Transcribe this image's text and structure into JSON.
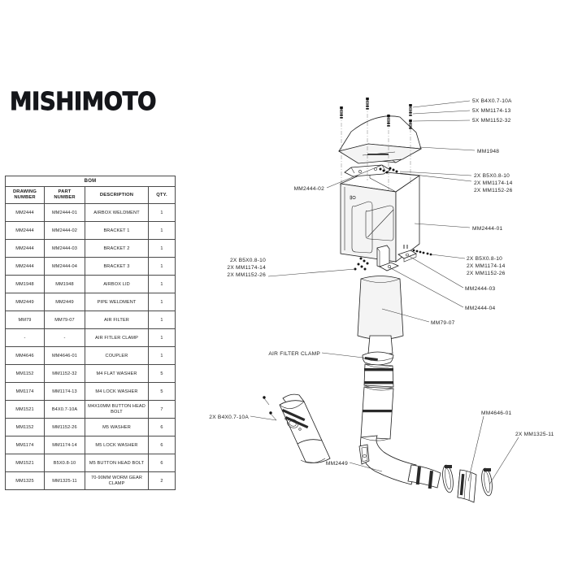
{
  "brand": {
    "name": "MISHIMOTO"
  },
  "bom": {
    "title": "BOM",
    "columns": [
      "DRAWING NUMBER",
      "PART NUMBER",
      "DESCRIPTION",
      "QTY."
    ],
    "columns_split": [
      {
        "l1": "DRAWING",
        "l2": "NUMBER"
      },
      {
        "l1": "PART",
        "l2": "NUMBER"
      },
      {
        "l1": "DESCRIPTION",
        "l2": ""
      },
      {
        "l1": "QTY.",
        "l2": ""
      }
    ],
    "rows": [
      {
        "drawing": "MM2444",
        "part": "MM2444-01",
        "desc": "AIRBOX WELDMENT",
        "qty": "1"
      },
      {
        "drawing": "MM2444",
        "part": "MM2444-02",
        "desc": "BRACKET 1",
        "qty": "1"
      },
      {
        "drawing": "MM2444",
        "part": "MM2444-03",
        "desc": "BRACKET 2",
        "qty": "1"
      },
      {
        "drawing": "MM2444",
        "part": "MM2444-04",
        "desc": "BRACKET 3",
        "qty": "1"
      },
      {
        "drawing": "MM1948",
        "part": "MM1948",
        "desc": "AIRBOX LID",
        "qty": "1"
      },
      {
        "drawing": "MM2449",
        "part": "MM2449",
        "desc": "PIPE WELDMENT",
        "qty": "1"
      },
      {
        "drawing": "MM79",
        "part": "MM79-07",
        "desc": "AIR FILTER",
        "qty": "1"
      },
      {
        "drawing": "-",
        "part": "-",
        "desc": "AIR FITLER CLAMP",
        "qty": "1"
      },
      {
        "drawing": "MM4646",
        "part": "MM4646-01",
        "desc": "COUPLER",
        "qty": "1"
      },
      {
        "drawing": "MM1152",
        "part": "MM1152-32",
        "desc": "M4 FLAT WASHER",
        "qty": "5"
      },
      {
        "drawing": "MM1174",
        "part": "MM1174-13",
        "desc": "M4 LOCK WASHER",
        "qty": "5"
      },
      {
        "drawing": "MM1521",
        "part": "B4X0.7-10A",
        "desc": "M4X10MM BUTTON HEAD BOLT",
        "qty": "7"
      },
      {
        "drawing": "MM1152",
        "part": "MM1152-26",
        "desc": "M5 WASHER",
        "qty": "6"
      },
      {
        "drawing": "MM1174",
        "part": "MM1174-14",
        "desc": "M5 LOCK WASHER",
        "qty": "6"
      },
      {
        "drawing": "MM1521",
        "part": "B5X0.8-10",
        "desc": "M5 BUTTON HEAD BOLT",
        "qty": "6"
      },
      {
        "drawing": "MM1325",
        "part": "MM1325-11",
        "desc": "70-90MM WORM GEAR CLAMP",
        "qty": "2"
      }
    ]
  },
  "diagram": {
    "callouts": {
      "hardware_top_1": "5X B4X0.7-10A",
      "hardware_top_2": "5X MM1174-13",
      "hardware_top_3": "5X MM1152-32",
      "airbox_lid": "MM1948",
      "hardware_lid_1": "2X B5X0.8-10",
      "hardware_lid_2": "2X MM1174-14",
      "hardware_lid_3": "2X MM1152-26",
      "bracket_1": "MM2444-02",
      "airbox_weldment": "MM2444-01",
      "hardware_left_1": "2X B5X0.8-10",
      "hardware_left_2": "2X MM1174-14",
      "hardware_left_3": "2X MM1152-26",
      "hardware_right_1": "2X B5X0.8-10",
      "hardware_right_2": "2X MM1174-14",
      "hardware_right_3": "2X MM1152-26",
      "bracket_2": "MM2444-03",
      "bracket_3": "MM2444-04",
      "air_filter": "MM79-07",
      "air_filter_clamp": "AIR FILTER CLAMP",
      "bolts_lower_left": "2X B4X0.7-10A",
      "pipe_weldment": "MM2449",
      "coupler": "MM4646-01",
      "worm_gear_clamp": "2X MM1325-11"
    }
  },
  "colors": {
    "ink": "#1d1d1d",
    "line": "#3b3b3b",
    "paper": "#ffffff",
    "shade": "#f4f4f4"
  }
}
